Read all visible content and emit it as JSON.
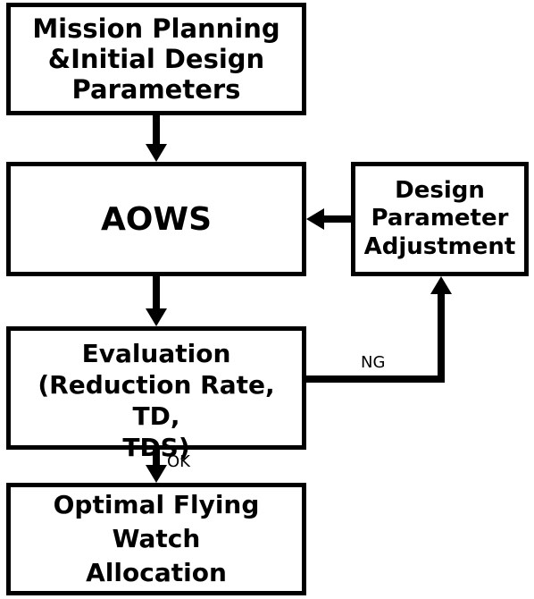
{
  "diagram": {
    "nodes": {
      "mission": "Mission Planning\n&Initial Design\nParameters",
      "aows": "AOWS",
      "adjust": "Design\nParameter\nAdjustment",
      "evaluation": "Evaluation\n(Reduction Rate, TD,\nTDS)",
      "optimal": "Optimal Flying Watch\nAllocation"
    },
    "edge_labels": {
      "ng": "NG",
      "ok": "OK"
    },
    "colors": {
      "stroke": "#000000",
      "fill": "#ffffff"
    }
  }
}
